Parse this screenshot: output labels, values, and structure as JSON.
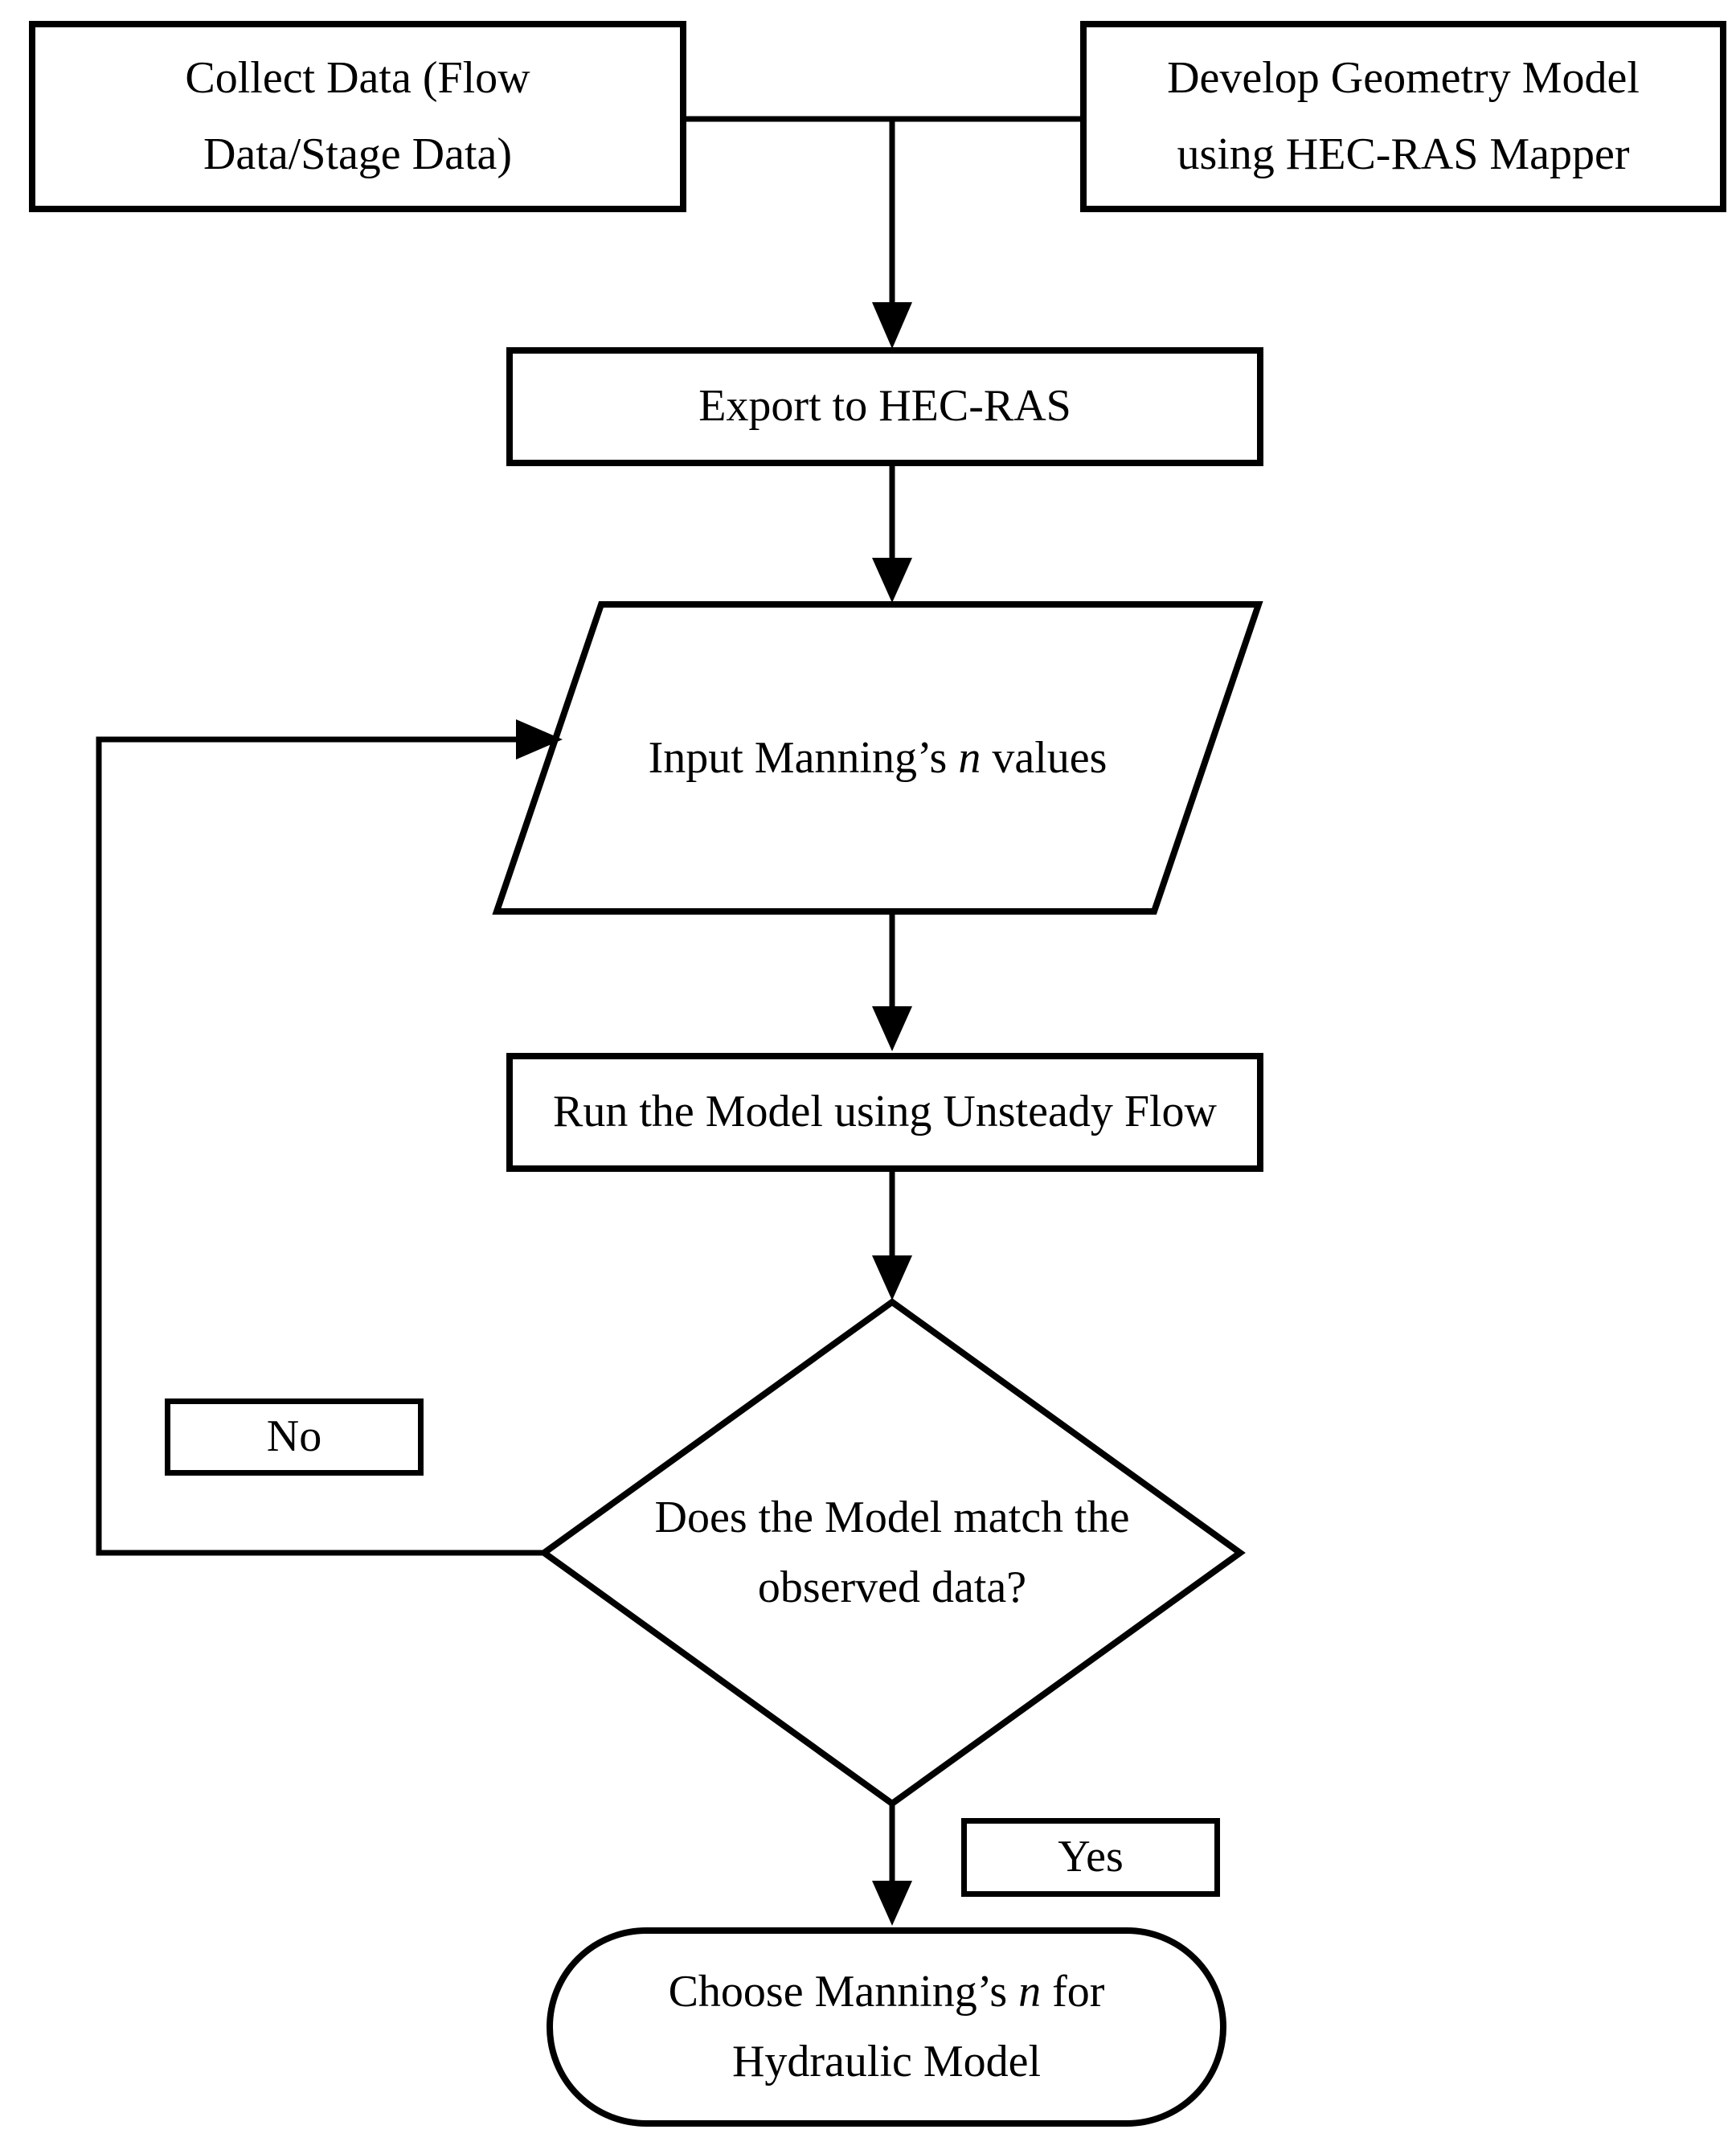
{
  "page": {
    "background": "#ffffff",
    "stroke_color": "#000000"
  },
  "nodes": {
    "collect_data": {
      "line1": "Collect Data (Flow",
      "line2": "Data/Stage Data)"
    },
    "develop_geometry": {
      "line1": "Develop Geometry Model",
      "line2": "using HEC-RAS Mapper"
    },
    "export_hecras": {
      "label": "Export to HEC-RAS"
    },
    "input_manning": {
      "pre": "Input Manning’s ",
      "var": "n",
      "post": " values"
    },
    "run_model": {
      "label": "Run the Model using Unsteady Flow"
    },
    "decision": {
      "line1": "Does the Model match the",
      "line2": "observed data?"
    },
    "no_label": {
      "label": "No"
    },
    "yes_label": {
      "label": "Yes"
    },
    "choose_manning": {
      "pre": "Choose Manning’s ",
      "var": "n",
      "post": " for",
      "line2": "Hydraulic Model"
    }
  }
}
